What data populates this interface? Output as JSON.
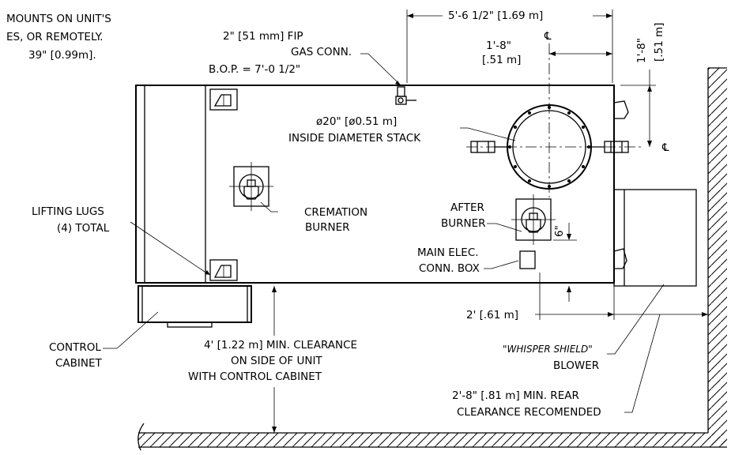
{
  "labels": {
    "mount_note_1": "MOUNTS ON UNIT'S",
    "mount_note_2": "ES, OR REMOTELY.",
    "mount_note_3": "39\" [0.99m].",
    "gas_conn_1": "2\" [51 mm] FIP",
    "gas_conn_2": "GAS CONN.",
    "gas_conn_3": "B.O.P. = 7'-0 1/2\"",
    "dim_top": "5'-6 1/2\" [1.69 m]",
    "dim_stack_offset_1": "1'-8\"",
    "dim_stack_offset_2": "[.51 m]",
    "dim_right_vertical_1": "1'-8\"",
    "dim_right_vertical_2": "[.51 m]",
    "centerline_top": "℄",
    "centerline_right": "℄",
    "stack_1": "ø20\" [ø0.51 m]",
    "stack_2": "INSIDE DIAMETER STACK",
    "lifting_lugs_1": "LIFTING LUGS",
    "lifting_lugs_2": "(4) TOTAL",
    "cremation_burner_1": "CREMATION",
    "cremation_burner_2": "BURNER",
    "after_burner_1": "AFTER",
    "after_burner_2": "BURNER",
    "dim_six": "6\"",
    "main_elec_1": "MAIN ELEC.",
    "main_elec_2": "CONN. BOX",
    "dim_two_ft": "2' [.61 m]",
    "control_cabinet_1": "CONTROL",
    "control_cabinet_2": "CABINET",
    "clearance_side_1": "4' [1.22 m] MIN. CLEARANCE",
    "clearance_side_2": "ON SIDE OF UNIT",
    "clearance_side_3": "WITH CONTROL CABINET",
    "blower_1": "\"WHISPER SHIELD\"",
    "blower_2": "BLOWER",
    "rear_clearance_1": "2'-8\" [.81 m] MIN. REAR",
    "rear_clearance_2": "CLEARANCE RECOMENDED"
  }
}
